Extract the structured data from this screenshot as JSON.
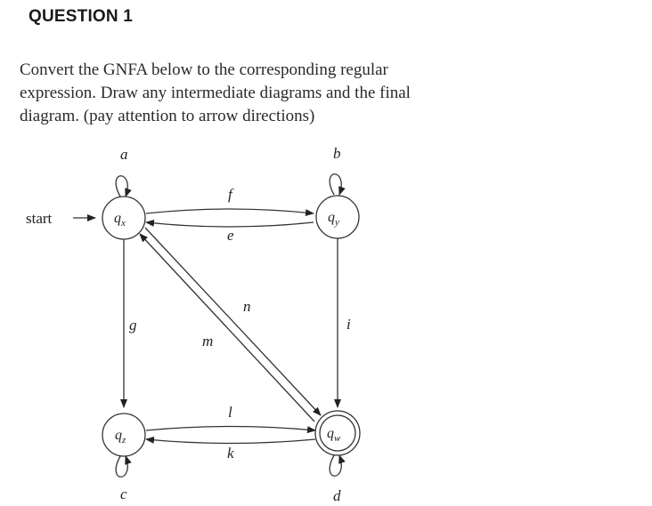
{
  "heading": "QUESTION 1",
  "question": {
    "lines": [
      "Convert the GNFA below to the corresponding regular",
      "expression. Draw any intermediate diagrams and the final",
      "diagram. (pay attention to arrow directions)"
    ]
  },
  "diagram": {
    "start_label": "start",
    "states": {
      "qx": {
        "name": "q",
        "sub": "x"
      },
      "qy": {
        "name": "q",
        "sub": "y"
      },
      "qz": {
        "name": "q",
        "sub": "z"
      },
      "qw": {
        "name": "q",
        "sub": "w",
        "accepting": true
      }
    },
    "edges": {
      "loop_qx": "a",
      "loop_qy": "b",
      "loop_qz": "c",
      "loop_qw": "d",
      "qx_to_qy": "f",
      "qy_to_qx": "e",
      "qx_to_qz": "g",
      "qy_to_qw": "i",
      "qz_to_qw": "l",
      "qw_to_qz": "k",
      "qx_to_qw": "n",
      "qw_to_qx": "m"
    }
  }
}
